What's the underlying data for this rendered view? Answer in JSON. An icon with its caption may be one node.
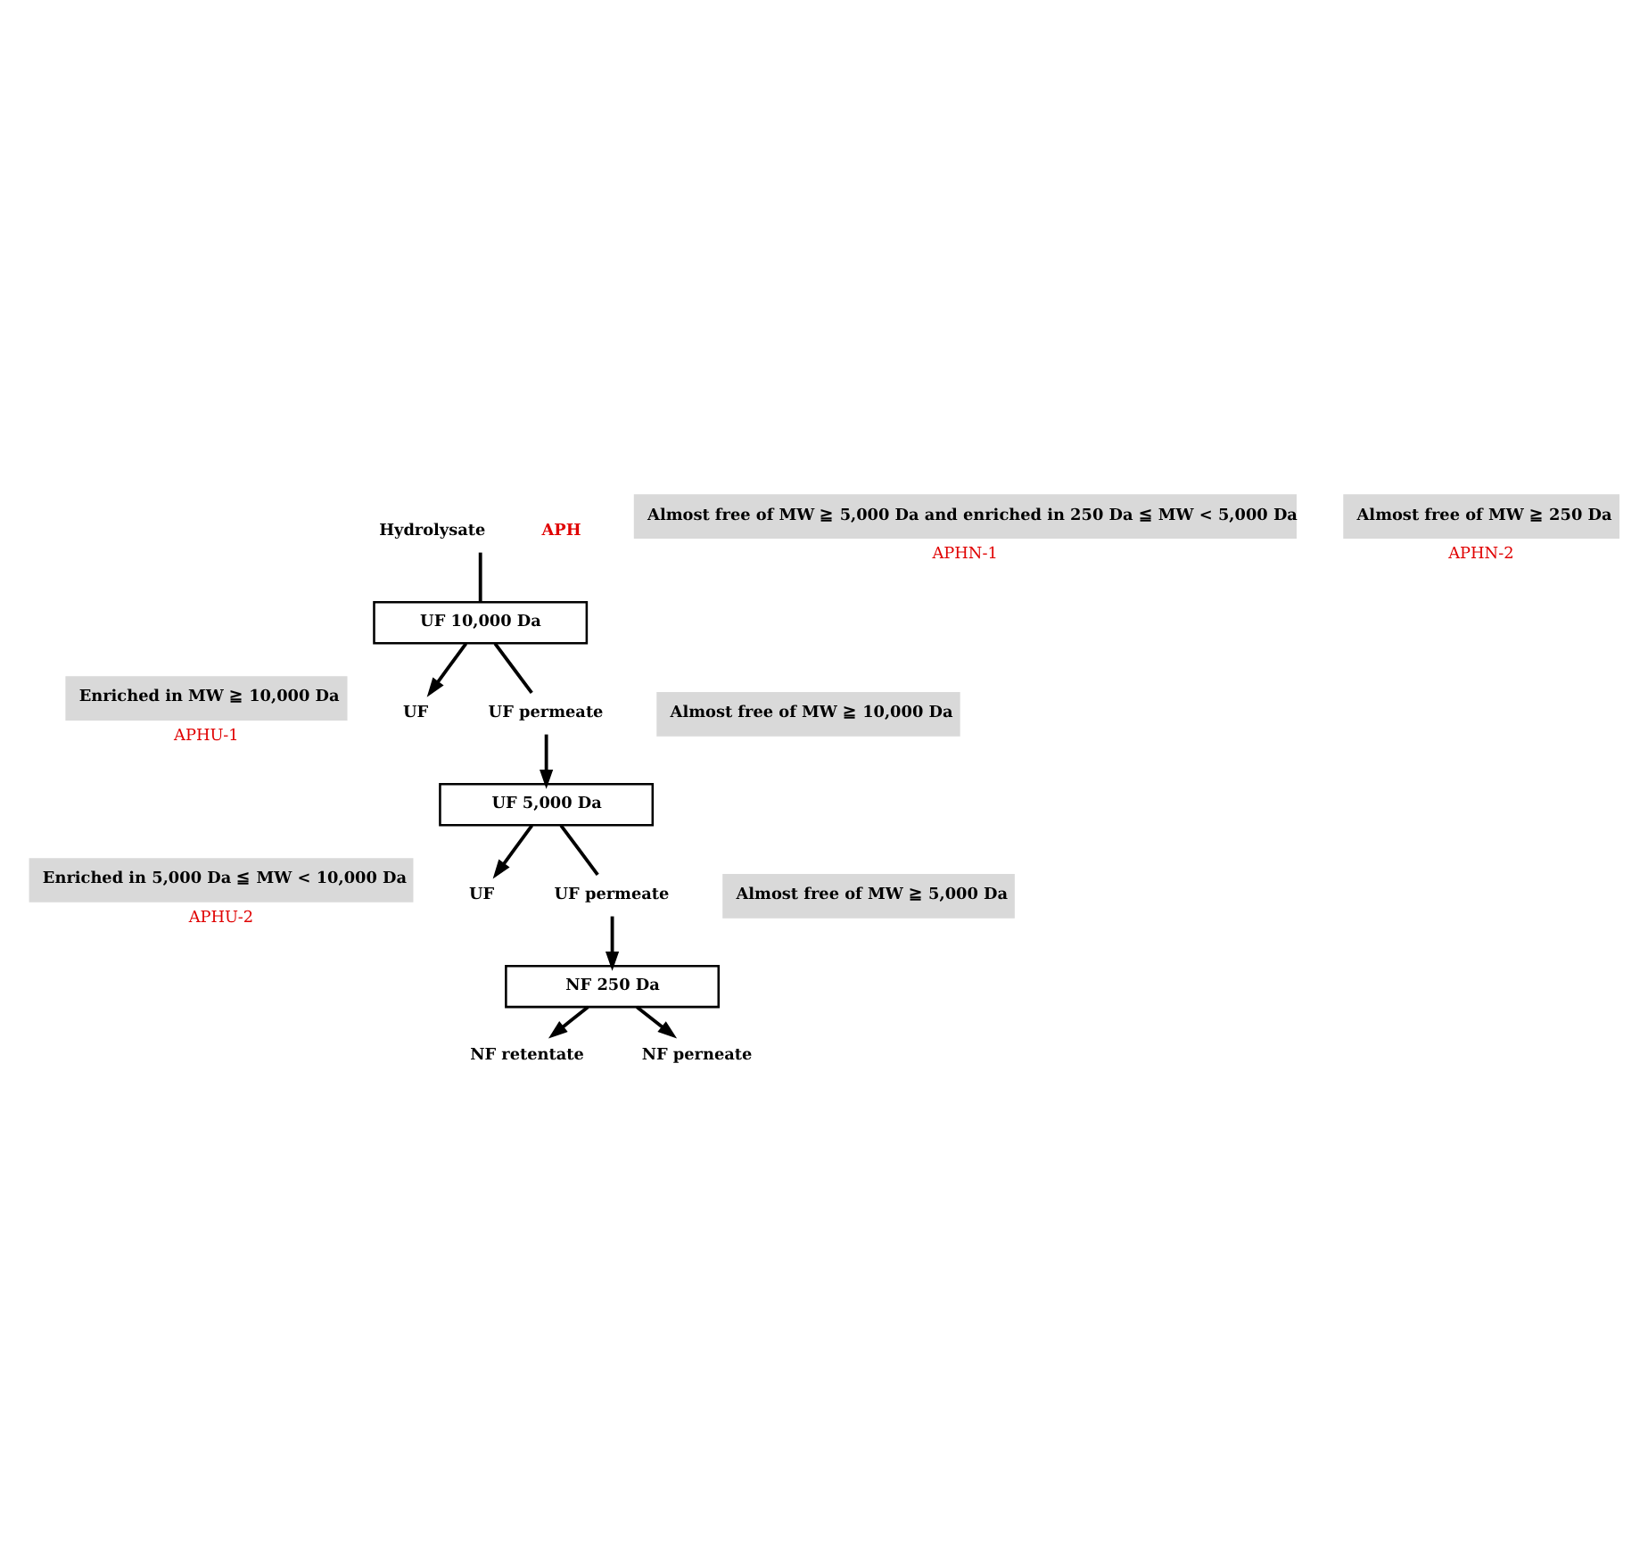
{
  "diagram": {
    "nodes": [
      {
        "text": [
          "Hydrolysate"
        ],
        "beside": [
          "APH"
        ]
      },
      {
        "text": [
          "UF 10,000 Da"
        ]
      },
      {
        "text": [
          "UF"
        ]
      },
      {
        "text": [
          "Enriched in MW ≧ 10,000 Da"
        ],
        "beside": [
          "APHU-1"
        ]
      },
      {
        "text": [
          "UF permeate"
        ]
      },
      {
        "text": [
          "Almost free of MW ≧ 10,000 Da"
        ]
      },
      {
        "text": [
          "UF 5,000 Da"
        ]
      },
      {
        "text": [
          "UF"
        ]
      },
      {
        "text": [
          "Enriched in 5,000 Da ≦ MW < 10,000 Da"
        ],
        "beside": [
          "APHU-2"
        ]
      },
      {
        "text": [
          "UF permeate"
        ]
      },
      {
        "text": [
          "Almost free of MW ≧ 5,000 Da"
        ]
      },
      {
        "text": [
          "NF 250 Da"
        ]
      },
      {
        "text": [
          "NF retentate"
        ]
      },
      {
        "text": [
          "Almost free of MW ≧ 5,000 Da and enriched in 250 Da ≦ MW < 5,000 Da"
        ],
        "beside": [
          "APHN-1"
        ]
      },
      {
        "text": [
          "NF perneate"
        ]
      },
      {
        "text": [
          "Almost free of MW ≧ 250 Da"
        ],
        "beside": [
          "APHN-2"
        ]
      }
    ],
    "edges": [
      {
        "from": 0,
        "to": 1,
        "arrow": "none"
      },
      {
        "from": 1,
        "to": 2,
        "arrow": "to"
      },
      {
        "from": 1,
        "to": 4,
        "arrow": "none"
      },
      {
        "from": 4,
        "to": 6,
        "arrow": "to"
      },
      {
        "from": 6,
        "to": 7,
        "arrow": "to"
      },
      {
        "from": 6,
        "to": 9,
        "arrow": "none"
      },
      {
        "from": 9,
        "to": 11,
        "arrow": "to"
      },
      {
        "from": 11,
        "to": 12,
        "arrow": "to"
      },
      {
        "from": 11,
        "to": 14,
        "arrow": "to"
      }
    ]
  }
}
